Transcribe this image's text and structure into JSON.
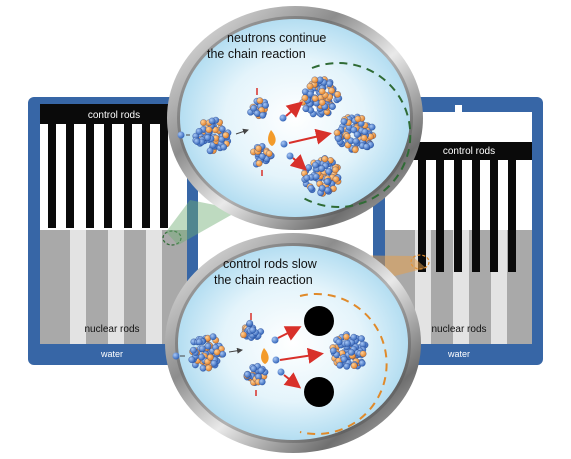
{
  "left_reactor": {
    "control_rods_label": "control rods",
    "nuclear_rods_label": "nuclear rods",
    "water_label": "water"
  },
  "right_reactor": {
    "control_rods_label": "control rods",
    "nuclear_rods_label": "nuclear rods",
    "water_label": "water",
    "insert_arrow_icon": "arrow-down-icon"
  },
  "top_lens": {
    "caption_line1": "neutrons continue",
    "caption_line2": "the chain reaction"
  },
  "bottom_lens": {
    "caption_line1": "control rods slow",
    "caption_line2": "the chain reaction"
  },
  "colors": {
    "reactor_blue": "#3766a6",
    "rod_black": "#0a0a0a",
    "fuel_gray": "#a9a9a9",
    "fuel_light": "#e3e3e3",
    "lens_fill": "#d6eef8",
    "neutron_blue": "#3b72c7",
    "arrow_red": "#d8302a",
    "green_ring": "#2f6b35",
    "orange_ring": "#e08a2a"
  }
}
